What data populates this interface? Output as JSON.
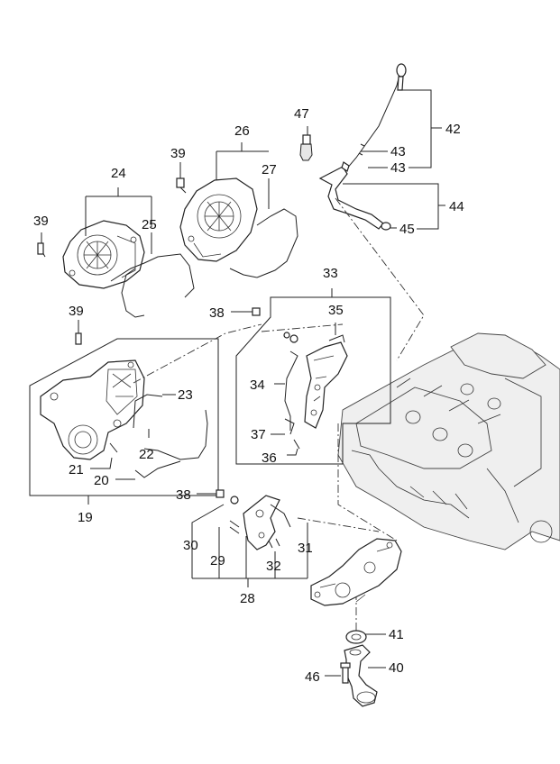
{
  "callouts": {
    "c19": "19",
    "c20": "20",
    "c21": "21",
    "c22": "22",
    "c23": "23",
    "c24": "24",
    "c25": "25",
    "c26": "26",
    "c27": "27",
    "c28": "28",
    "c29": "29",
    "c30": "30",
    "c31": "31",
    "c32": "32",
    "c33": "33",
    "c34": "34",
    "c35": "35",
    "c36": "36",
    "c37": "37",
    "c38a": "38",
    "c38b": "38",
    "c39a": "39",
    "c39b": "39",
    "c39c": "39",
    "c40": "40",
    "c41": "41",
    "c42": "42",
    "c43a": "43",
    "c43b": "43",
    "c44": "44",
    "c45": "45",
    "c46": "46",
    "c47": "47"
  },
  "icons": {
    "oil_dipstick": "dipstick-icon",
    "engine_block": "engine-block-icon",
    "oil_pump": "oil-pump-icon",
    "oil_strainer": "oil-strainer-icon"
  }
}
